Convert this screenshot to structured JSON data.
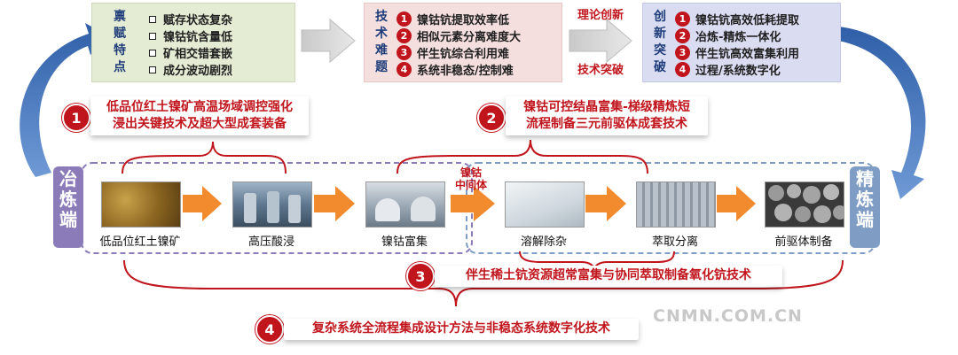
{
  "characteristics": {
    "chars": [
      "禀",
      "赋",
      "特",
      "点"
    ],
    "items": [
      "赋存状态复杂",
      "镍钴钪含量低",
      "矿相交错套嵌",
      "成分波动剧烈"
    ]
  },
  "problems": {
    "chars": [
      "技",
      "术",
      "难",
      "题"
    ],
    "items": [
      {
        "num": "1",
        "text": "镍钴钪提取效率低"
      },
      {
        "num": "2",
        "text": "相似元素分离难度大"
      },
      {
        "num": "3",
        "text": "伴生钪综合利用难"
      },
      {
        "num": "4",
        "text": "系统非稳态/控制难"
      }
    ]
  },
  "transition": {
    "top": "理论创新",
    "bottom": "技术突破"
  },
  "innovations": {
    "chars": [
      "创",
      "新",
      "突",
      "破"
    ],
    "items": [
      {
        "num": "1",
        "text": "镍钴钪高效低耗提取"
      },
      {
        "num": "2",
        "text": "冶炼-精炼一体化"
      },
      {
        "num": "3",
        "text": "伴生钪高效富集利用"
      },
      {
        "num": "4",
        "text": "过程/系统数字化"
      }
    ]
  },
  "callouts": [
    {
      "num": "1",
      "line1": "低品位红土镍矿高温场域调控强化",
      "line2": "浸出关键技术及超大型成套装备"
    },
    {
      "num": "2",
      "line1": "镍钴可控结晶富集-梯级精炼短",
      "line2": "流程制备三元前驱体成套技术"
    },
    {
      "num": "3",
      "line1": "伴生稀土钪资源超常富集与协同萃取制备氧化钪技术"
    },
    {
      "num": "4",
      "line1": "复杂系统全流程集成设计方法与非稳态系统数字化技术"
    }
  ],
  "sides": {
    "left": [
      "冶",
      "炼",
      "端"
    ],
    "right": [
      "精",
      "炼",
      "端"
    ]
  },
  "intermediate": {
    "line1": "镍钴",
    "line2": "中间体"
  },
  "steps": [
    "低品位红土镍矿",
    "高压酸浸",
    "镍钴富集",
    "溶解除杂",
    "萃取分离",
    "前驱体制备"
  ],
  "watermark": "CNMN.COM.CN",
  "colors": {
    "red": "#c0151c",
    "navy": "#1f3c7a",
    "purple": "#8b7bb8",
    "steel": "#7e9cc4",
    "orange": "#f28a2e"
  }
}
